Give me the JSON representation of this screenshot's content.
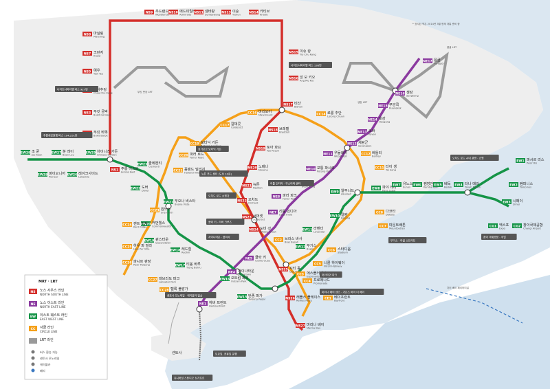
{
  "colors": {
    "ns": "#d42e2a",
    "ne": "#8b3a9f",
    "ew": "#159447",
    "cc": "#f5a019",
    "lrt": "#9a9a9a",
    "land": "#ececec",
    "sea": "#d8e6f2",
    "water_deep": "#b7d0e6"
  },
  "top_note": "* 표시된 역은 2014년 3월 현재 개통 준비 중",
  "legend": {
    "title": "MRT · LRT",
    "items": [
      {
        "code": "NS",
        "ko": "노스 사우스 라인",
        "en": "NORTH SOUTH LINE",
        "color": "#d42e2a"
      },
      {
        "code": "NE",
        "ko": "노스 이스트 라인",
        "en": "NORTH EAST LINE",
        "color": "#8b3a9f"
      },
      {
        "code": "EW",
        "ko": "이스트 웨스트 라인",
        "en": "EAST WEST LINE",
        "color": "#159447"
      },
      {
        "code": "CC",
        "ko": "서클 라인",
        "en": "CIRCLE LINE",
        "color": "#f5a019"
      },
      {
        "code": "",
        "ko": "LRT 라인",
        "en": "",
        "color": "#9a9a9a"
      }
    ],
    "extras": [
      {
        "icon": "bus-icon",
        "ko": "버스 환승 가능"
      },
      {
        "icon": "monorail-icon",
        "ko": "센토사 모노레일"
      },
      {
        "icon": "cablecar-icon",
        "ko": "케이블카"
      },
      {
        "icon": "ferry-icon",
        "ko": "페리"
      }
    ]
  },
  "stations": [
    {
      "ko": "우드랜드",
      "en": "Woodlands",
      "code": "NS9",
      "line": "ns"
    },
    {
      "ko": "애드미럴티",
      "en": "Admiralty",
      "code": "NS10",
      "line": "ns"
    },
    {
      "ko": "셈바왕",
      "en": "Sembawang",
      "code": "NS11",
      "line": "ns"
    },
    {
      "ko": "이순",
      "en": "Yishun",
      "code": "NS13",
      "line": "ns"
    },
    {
      "ko": "카티브",
      "en": "Khatib",
      "code": "NS14",
      "line": "ns"
    },
    {
      "ko": "마실링",
      "en": "Marsiling",
      "code": "NS8",
      "line": "ns"
    },
    {
      "ko": "크란지",
      "en": "Kranji",
      "code": "NS7",
      "line": "ns"
    },
    {
      "ko": "예우",
      "en": "Yew Tee",
      "code": "NS5",
      "line": "ns"
    },
    {
      "ko": "초아추캉",
      "en": "Choa Chu Kang",
      "code": "NS4",
      "line": "ns"
    },
    {
      "ko": "부킷 곰박",
      "en": "Bukit Gombak",
      "code": "NS3",
      "line": "ns"
    },
    {
      "ko": "부킷 바똑",
      "en": "Bukit Batok",
      "code": "NS2",
      "line": "ns"
    },
    {
      "ko": "주롱 이스트",
      "en": "Jurong East",
      "code": "NS1",
      "line": "ns"
    },
    {
      "ko": "이슈 캉",
      "en": "Yio Chu Kang",
      "code": "NS15",
      "line": "ns"
    },
    {
      "ko": "앙 모 키오",
      "en": "Ang Mo Kio",
      "code": "NS16",
      "line": "ns"
    },
    {
      "ko": "비샨",
      "en": "Bishan",
      "code": "NS17",
      "line": "ns"
    },
    {
      "ko": "브래델",
      "en": "Braddell",
      "code": "NS18",
      "line": "ns"
    },
    {
      "ko": "토아 파요",
      "en": "Toa Payoh",
      "code": "NS19",
      "line": "ns"
    },
    {
      "ko": "노베나",
      "en": "Novena",
      "code": "NS20",
      "line": "ns"
    },
    {
      "ko": "뉴튼",
      "en": "Newton",
      "code": "NS21",
      "line": "ns"
    },
    {
      "ko": "오차드",
      "en": "Orchard",
      "code": "NS22",
      "line": "ns"
    },
    {
      "ko": "서머셋",
      "en": "Somerset",
      "code": "NS23",
      "line": "ns"
    },
    {
      "ko": "도비 갓",
      "en": "Dhoby Ghaut",
      "code": "NS24",
      "line": "ns"
    },
    {
      "ko": "시티 홀",
      "en": "City Hall",
      "code": "NS25",
      "line": "ns"
    },
    {
      "ko": "래플스 플레이스",
      "en": "Raffles Place",
      "code": "NS26",
      "line": "ns"
    },
    {
      "ko": "마리나 베이",
      "en": "Marina Bay",
      "code": "NS27",
      "line": "ns"
    },
    {
      "ko": "조 쿤",
      "en": "Joo Koon",
      "code": "EW29",
      "line": "ew"
    },
    {
      "ko": "분 레이",
      "en": "Boon Lay",
      "code": "EW27",
      "line": "ew"
    },
    {
      "ko": "파이오니어",
      "en": "Pioneer",
      "code": "EW28",
      "line": "ew"
    },
    {
      "ko": "레이크사이드",
      "en": "Lakeside",
      "code": "EW26",
      "line": "ew"
    },
    {
      "ko": "차이니즈 가든",
      "en": "Chinese Garden",
      "code": "EW25",
      "line": "ew"
    },
    {
      "ko": "클레멘티",
      "en": "Clementi",
      "code": "EW23",
      "line": "ew"
    },
    {
      "ko": "도버",
      "en": "Dover",
      "code": "EW22",
      "line": "ew"
    },
    {
      "ko": "부오나 비스타",
      "en": "Buona Vista",
      "code": "EW21",
      "line": "ew"
    },
    {
      "ko": "커먼웰스",
      "en": "Commonwealth",
      "code": "EW20",
      "line": "ew"
    },
    {
      "ko": "퀸스타운",
      "en": "Queenstown",
      "code": "EW19",
      "line": "ew"
    },
    {
      "ko": "레드힐",
      "en": "Redhill",
      "code": "EW18",
      "line": "ew"
    },
    {
      "ko": "티옹 바루",
      "en": "Tiong Bahru",
      "code": "EW17",
      "line": "ew"
    },
    {
      "ko": "오트럼 파크",
      "en": "Outram Park",
      "code": "EW16",
      "line": "ew"
    },
    {
      "ko": "탄종 파가",
      "en": "Tanjong Pagar",
      "code": "EW15",
      "line": "ew"
    },
    {
      "ko": "부기스",
      "en": "Bugis",
      "code": "EW12",
      "line": "ew"
    },
    {
      "ko": "라벤더",
      "en": "Lavender",
      "code": "EW11",
      "line": "ew"
    },
    {
      "ko": "칼랑",
      "en": "Kallang",
      "code": "EW10",
      "line": "ew"
    },
    {
      "ko": "알주니드",
      "en": "Aljunied",
      "code": "EW9",
      "line": "ew"
    },
    {
      "ko": "파야 레바",
      "en": "Paya Lebar",
      "code": "EW8",
      "line": "ew"
    },
    {
      "ko": "유노스",
      "en": "Eunos",
      "code": "EW7",
      "line": "ew"
    },
    {
      "ko": "켐방안",
      "en": "Kembangan",
      "code": "EW6",
      "line": "ew"
    },
    {
      "ko": "베독",
      "en": "Bedok",
      "code": "EW5",
      "line": "ew"
    },
    {
      "ko": "타나 메라",
      "en": "Tanah Merah",
      "code": "EW4",
      "line": "ew"
    },
    {
      "ko": "시메이",
      "en": "Simei",
      "code": "EW3",
      "line": "ew"
    },
    {
      "ko": "탬피니스",
      "en": "Tampines",
      "code": "EW2",
      "line": "ew"
    },
    {
      "ko": "파시르 리스",
      "en": "Pasir Ris",
      "code": "EW1",
      "line": "ew"
    },
    {
      "ko": "엑스포",
      "en": "Expo",
      "code": "CG1",
      "line": "ew"
    },
    {
      "ko": "창이국제공항",
      "en": "Changi Airport",
      "code": "CG2",
      "line": "ew"
    },
    {
      "ko": "하버 프런트",
      "en": "HarbourFront",
      "code": "NE1",
      "line": "ne"
    },
    {
      "ko": "차이나타운",
      "en": "Chinatown",
      "code": "NE4",
      "line": "ne"
    },
    {
      "ko": "클락 키",
      "en": "Clarke Quay",
      "code": "NE5",
      "line": "ne"
    },
    {
      "ko": "리틀 인디아",
      "en": "Little India",
      "code": "NE7",
      "line": "ne"
    },
    {
      "ko": "파러 파크",
      "en": "Farrer Park",
      "code": "NE8",
      "line": "ne"
    },
    {
      "ko": "분 킹",
      "en": "Boon Keng",
      "code": "NE9",
      "line": "ne"
    },
    {
      "ko": "포통 파시르",
      "en": "Potong Pasir",
      "code": "NE10",
      "line": "ne"
    },
    {
      "ko": "우들레이",
      "en": "Woodleigh",
      "code": "NE11",
      "line": "ne"
    },
    {
      "ko": "세랑군",
      "en": "Serangoon",
      "code": "NE12",
      "line": "ne"
    },
    {
      "ko": "코바",
      "en": "Kovan",
      "code": "NE13",
      "line": "ne"
    },
    {
      "ko": "호강",
      "en": "Hougang",
      "code": "NE14",
      "line": "ne"
    },
    {
      "ko": "부앙콕",
      "en": "Buangkok",
      "code": "NE15",
      "line": "ne"
    },
    {
      "ko": "생캉",
      "en": "Sengkang",
      "code": "NE16",
      "line": "ne"
    },
    {
      "ko": "풍골",
      "en": "Punggol",
      "code": "NE17",
      "line": "ne"
    },
    {
      "ko": "마운트배튼",
      "en": "Mountbatten",
      "code": "CC7",
      "line": "cc"
    },
    {
      "ko": "다코타",
      "en": "Dakota",
      "code": "CC8",
      "line": "cc"
    },
    {
      "ko": "스타디움",
      "en": "Stadium",
      "code": "CC6",
      "line": "cc"
    },
    {
      "ko": "니콜 하이웨이",
      "en": "Nicoll Highway",
      "code": "CC5",
      "line": "cc"
    },
    {
      "ko": "프로메나드",
      "en": "Promenade",
      "code": "CC4",
      "line": "cc"
    },
    {
      "ko": "에스플러네이드",
      "en": "Esplanade",
      "code": "CC3",
      "line": "cc"
    },
    {
      "ko": "브라스 바사",
      "en": "Bras Basah",
      "code": "CC2",
      "line": "cc"
    },
    {
      "ko": "베이프런트",
      "en": "Bayfront",
      "code": "CE1",
      "line": "cc"
    },
    {
      "ko": "타이 셍",
      "en": "Tai Seng",
      "code": "CC11",
      "line": "cc"
    },
    {
      "ko": "바틀리",
      "en": "Bartley",
      "code": "CC12",
      "line": "cc"
    },
    {
      "ko": "로롱 추안",
      "en": "Lorong Chuan",
      "code": "CC14",
      "line": "cc"
    },
    {
      "ko": "마리모어",
      "en": "Marymount",
      "code": "CC16",
      "line": "cc"
    },
    {
      "ko": "칼데콧",
      "en": "Caldecott",
      "code": "CC17",
      "line": "cc"
    },
    {
      "ko": "보타닉 가든",
      "en": "Botanic Gardens",
      "code": "CC19",
      "line": "cc"
    },
    {
      "ko": "파러 로드",
      "en": "Farrer Road",
      "code": "CC20",
      "line": "cc"
    },
    {
      "ko": "홀랜드 빌리지",
      "en": "Holland Village",
      "code": "CC21",
      "line": "cc"
    },
    {
      "ko": "원노스",
      "en": "one-north",
      "code": "CC23",
      "line": "cc"
    },
    {
      "ko": "켄트 리지",
      "en": "Kent Ridge",
      "code": "CC24",
      "line": "cc"
    },
    {
      "ko": "하우 파 빌라",
      "en": "Haw Par Villa",
      "code": "CC25",
      "line": "cc"
    },
    {
      "ko": "파시르 판장",
      "en": "Pasir Panjang",
      "code": "CC26",
      "line": "cc"
    },
    {
      "ko": "래브라도 파크",
      "en": "Labrador Park",
      "code": "CC27",
      "line": "cc"
    },
    {
      "ko": "텔록 블랑가",
      "en": "Telok Blangah",
      "code": "CC28",
      "line": "cc"
    }
  ],
  "notes": [
    {
      "id": "n1",
      "text": "나이트사파리행 버스 927번"
    },
    {
      "id": "n2",
      "text": "나이트사파리행 버스 138번"
    },
    {
      "id": "n3",
      "text": "주롱새공원행 버스 194,251번"
    },
    {
      "id": "n4",
      "text": "싱가포르 보타닉 가든"
    },
    {
      "id": "n5",
      "text": "뉴튼 푸드 센터 (도보 10분)"
    },
    {
      "id": "n6",
      "text": "리틀 인디아 · 무스타파 센터"
    },
    {
      "id": "n7",
      "text": "오차드 로드 쇼핑가"
    },
    {
      "id": "n8",
      "text": "클락 키 · 리버 크루즈"
    },
    {
      "id": "n9",
      "text": "차이나타운 · 불아사"
    },
    {
      "id": "n10",
      "text": "부기스 · 아랍 스트리트"
    },
    {
      "id": "n11",
      "text": "머라이언 파크"
    },
    {
      "id": "n12",
      "text": "마리나 베이 샌즈 · 가든스 바이 더 베이"
    },
    {
      "id": "n13",
      "text": "창이 국제공항 · 주얼"
    },
    {
      "id": "n14",
      "text": "센토사 모노레일 · 케이블카 탑승"
    },
    {
      "id": "n15",
      "text": "토요일, 공휴일 운행"
    },
    {
      "id": "n16",
      "text": "유니버설 스튜디오 싱가포르"
    },
    {
      "id": "n17",
      "text": "오차드 로드 시내 관광 · 쇼핑"
    }
  ],
  "lrt_labels": [
    "부킷 판장 LRT",
    "생캉 LRT",
    "풍골 LRT"
  ],
  "ferry_label": "차이 베이 페리터미널",
  "sentosa_label": "센토사"
}
